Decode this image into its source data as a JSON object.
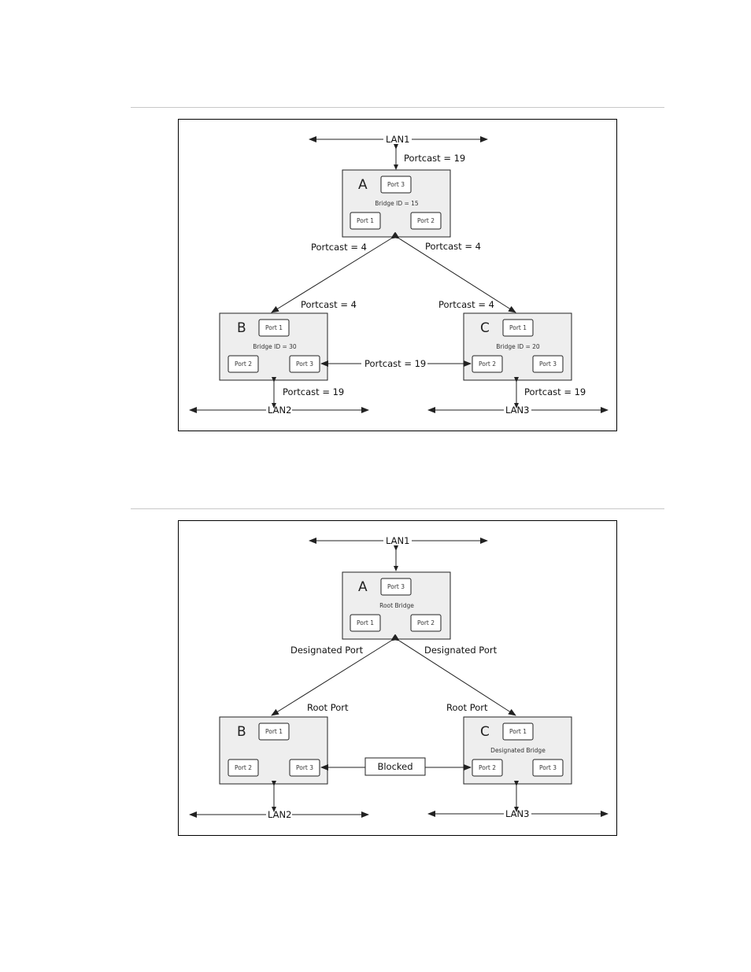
{
  "diagram1": {
    "lan1": "LAN1",
    "lan2": "LAN2",
    "lan3": "LAN3",
    "cost_lan1_a": "Portcast = 19",
    "cost_a_left": "Portcast = 4",
    "cost_a_right": "Portcast = 4",
    "cost_b_top": "Portcast = 4",
    "cost_c_top": "Portcast = 4",
    "cost_b_c": "Portcast = 19",
    "cost_b_lan2": "Portcast = 19",
    "cost_c_lan3": "Portcast = 19",
    "bridge_a": {
      "name": "A",
      "info": "Bridge ID = 15",
      "port_top": "Port 3",
      "port_left": "Port 1",
      "port_right": "Port 2"
    },
    "bridge_b": {
      "name": "B",
      "info": "Bridge ID = 30",
      "port_top": "Port 1",
      "port_left": "Port 2",
      "port_right": "Port 3"
    },
    "bridge_c": {
      "name": "C",
      "info": "Bridge ID = 20",
      "port_top": "Port 1",
      "port_left": "Port 2",
      "port_right": "Port 3"
    }
  },
  "diagram2": {
    "lan1": "LAN1",
    "lan2": "LAN2",
    "lan3": "LAN3",
    "designated_left": "Designated Port",
    "designated_right": "Designated Port",
    "root_port_b": "Root Port",
    "root_port_c": "Root Port",
    "blocked": "Blocked",
    "bridge_a": {
      "name": "A",
      "info": "Root Bridge",
      "port_top": "Port 3",
      "port_left": "Port 1",
      "port_right": "Port 2"
    },
    "bridge_b": {
      "name": "B",
      "info": "",
      "port_top": "Port 1",
      "port_left": "Port 2",
      "port_right": "Port 3"
    },
    "bridge_c": {
      "name": "C",
      "info": "Designated Bridge",
      "port_top": "Port 1",
      "port_left": "Port 2",
      "port_right": "Port 3"
    }
  }
}
